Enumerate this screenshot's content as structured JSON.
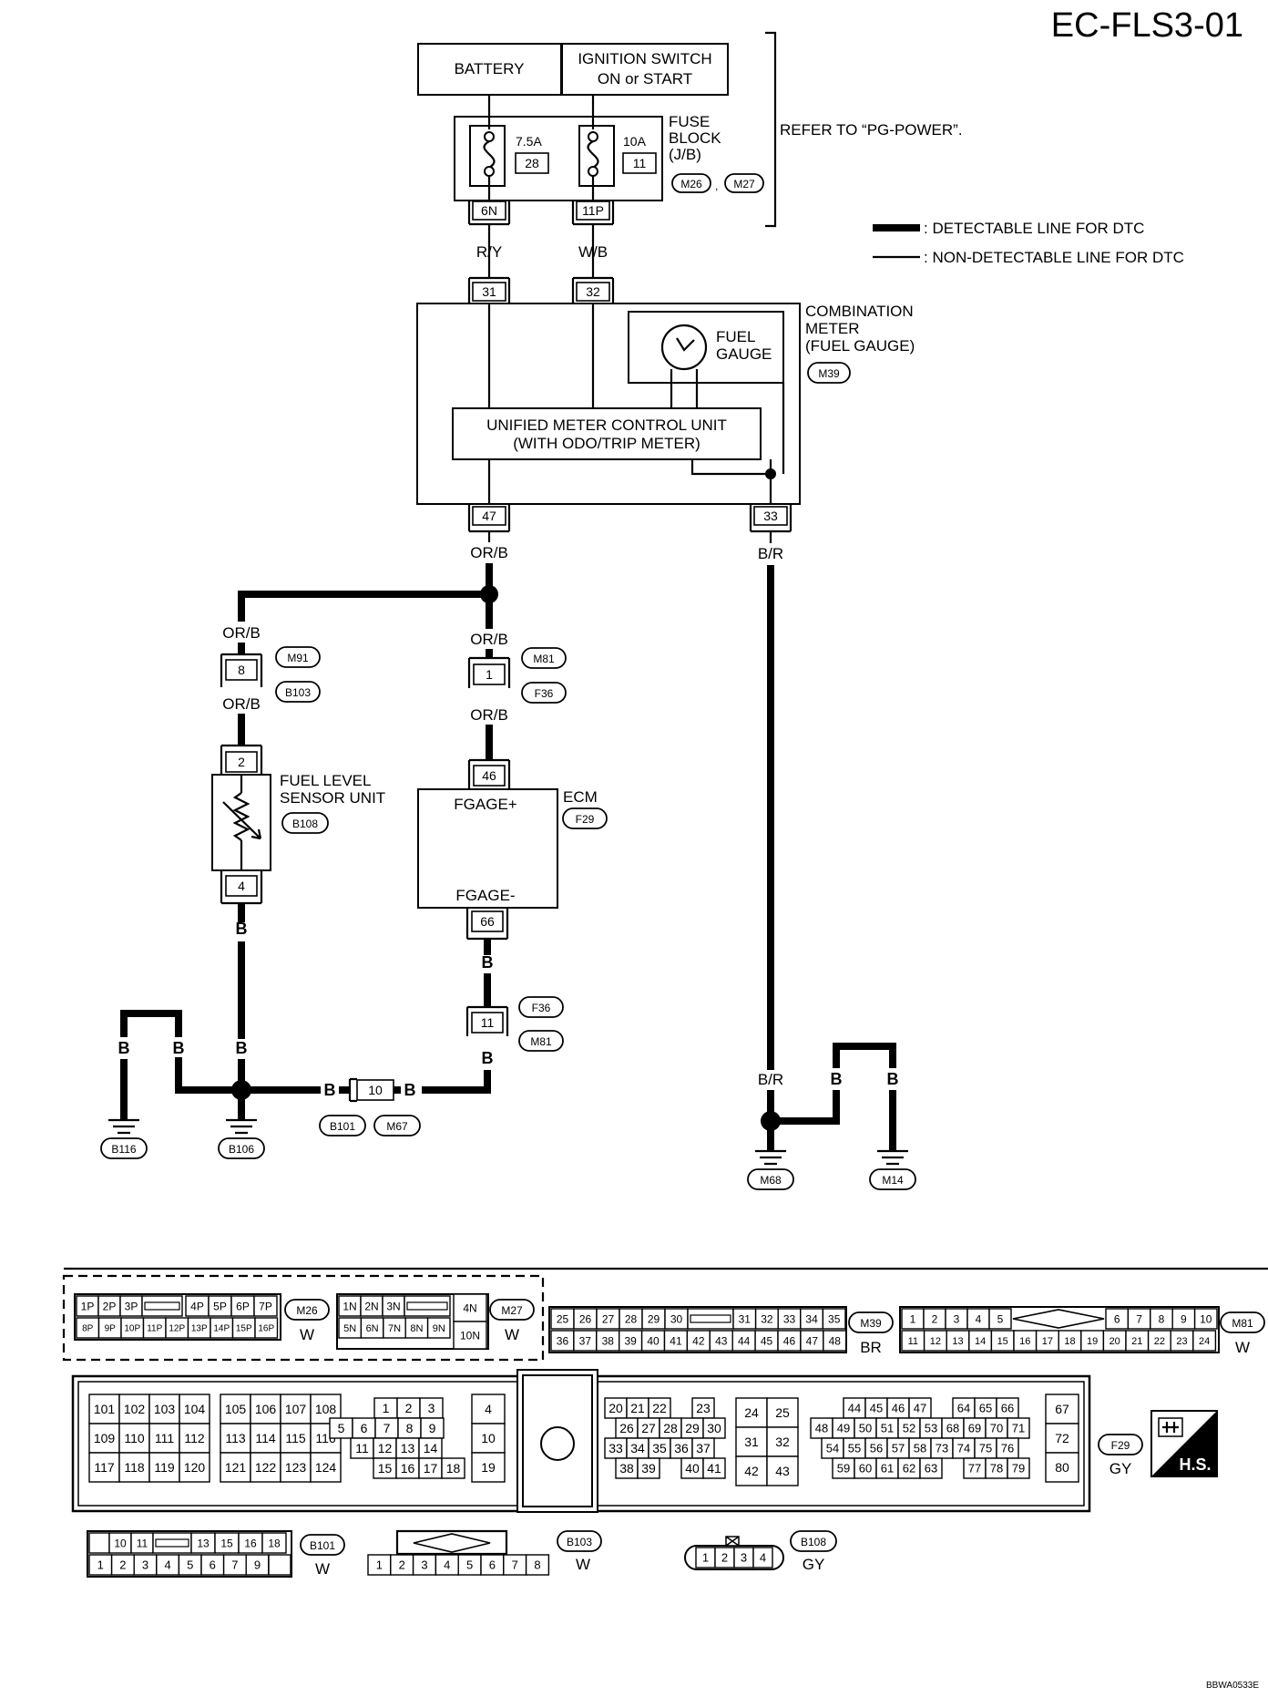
{
  "page": {
    "title": "EC-FLS3-01",
    "footer_code": "BBWA0533E"
  },
  "legend": {
    "detectable": ": DETECTABLE LINE FOR DTC",
    "non_detectable": ": NON-DETECTABLE LINE FOR DTC"
  },
  "power": {
    "battery": "BATTERY",
    "ignition_line1": "IGNITION SWITCH",
    "ignition_line2": "ON or START",
    "fuse_block_line1": "FUSE",
    "fuse_block_line2": "BLOCK",
    "fuse_block_line3": "(J/B)",
    "fuse1_rating": "7.5A",
    "fuse1_number": "28",
    "fuse2_rating": "10A",
    "fuse2_number": "11",
    "fuse_conn1": "M26",
    "fuse_conn_sep": ",",
    "fuse_conn2": "M27",
    "refer": "REFER TO “PG-POWER”.",
    "pin_6n": "6N",
    "pin_11p": "11P"
  },
  "wires": {
    "ry": "R/Y",
    "wb": "W/B",
    "orb": "OR/B",
    "br": "B/R",
    "b": "B"
  },
  "meter": {
    "label_line1": "COMBINATION",
    "label_line2": "METER",
    "label_line3": "(FUEL GAUGE)",
    "connector": "M39",
    "gauge_line1": "FUEL",
    "gauge_line2": "GAUGE",
    "unit_line1": "UNIFIED METER CONTROL UNIT",
    "unit_line2": "(WITH ODO/TRIP METER)",
    "pin_31": "31",
    "pin_32": "32",
    "pin_47": "47",
    "pin_33": "33"
  },
  "joints": {
    "m91": "M91",
    "b103": "B103",
    "pin_8": "8",
    "m81": "M81",
    "f36": "F36",
    "pin_1": "1",
    "pin_11": "11",
    "pin_10": "10",
    "b101": "B101",
    "m67": "M67"
  },
  "sensor": {
    "label_line1": "FUEL LEVEL",
    "label_line2": "SENSOR UNIT",
    "connector": "B108",
    "pin_2": "2",
    "pin_4": "4"
  },
  "ecm": {
    "label": "ECM",
    "connector": "F29",
    "fgage_plus": "FGAGE+",
    "fgage_minus": "FGAGE-",
    "pin_46": "46",
    "pin_66": "66"
  },
  "grounds": {
    "b116": "B116",
    "b106": "B106",
    "m68": "M68",
    "m14": "M14"
  },
  "connectors": {
    "m26": {
      "id": "M26",
      "color": "W",
      "top": [
        "1P",
        "2P",
        "3P",
        "",
        "4P",
        "5P",
        "6P",
        "7P"
      ],
      "bottom": [
        "8P",
        "9P",
        "10P",
        "11P",
        "12P",
        "13P",
        "14P",
        "15P",
        "16P"
      ]
    },
    "m27": {
      "id": "M27",
      "color": "W",
      "top": [
        "1N",
        "2N",
        "3N",
        ""
      ],
      "bottom": [
        "5N",
        "6N",
        "7N",
        "8N",
        "9N"
      ],
      "side_top": "4N",
      "side_bottom": "10N"
    },
    "m39": {
      "id": "M39",
      "color": "BR",
      "top": [
        "25",
        "26",
        "27",
        "28",
        "29",
        "30",
        "",
        "31",
        "32",
        "33",
        "34",
        "35"
      ],
      "bottom": [
        "36",
        "37",
        "38",
        "39",
        "40",
        "41",
        "42",
        "43",
        "44",
        "45",
        "46",
        "47",
        "48"
      ]
    },
    "m81": {
      "id": "M81",
      "color": "W",
      "top": [
        "1",
        "2",
        "3",
        "4",
        "5",
        "",
        "6",
        "7",
        "8",
        "9",
        "10"
      ],
      "bottom": [
        "11",
        "12",
        "13",
        "14",
        "15",
        "16",
        "17",
        "18",
        "19",
        "20",
        "21",
        "22",
        "23",
        "24"
      ]
    },
    "f29": {
      "id": "F29",
      "color": "GY",
      "g1": [
        [
          "101",
          "102",
          "103",
          "104"
        ],
        [
          "109",
          "110",
          "111",
          "112"
        ],
        [
          "117",
          "118",
          "119",
          "120"
        ]
      ],
      "g2": [
        [
          "105",
          "106",
          "107",
          "108"
        ],
        [
          "113",
          "114",
          "115",
          "116"
        ],
        [
          "121",
          "122",
          "123",
          "124"
        ]
      ],
      "g3": [
        [
          "",
          "1",
          "2",
          "3"
        ],
        [
          "5",
          "6",
          "7",
          "8",
          "9"
        ],
        [
          "11",
          "12",
          "13",
          "14"
        ],
        [
          "15",
          "16",
          "17",
          "18"
        ]
      ],
      "g3side": [
        "4",
        "10",
        "19"
      ],
      "g4": [
        [
          "20",
          "21",
          "22",
          "",
          "23"
        ],
        [
          "26",
          "27",
          "28",
          "29",
          "30"
        ],
        [
          "33",
          "34",
          "35",
          "36",
          "37"
        ],
        [
          "38",
          "39",
          "",
          "40",
          "41"
        ]
      ],
      "g5": [
        [
          "24",
          "25"
        ],
        [
          "31",
          "32"
        ],
        [
          "42",
          "43"
        ]
      ],
      "g6": [
        [
          "44",
          "45",
          "46",
          "47",
          "",
          "64",
          "65",
          "66"
        ],
        [
          "48",
          "49",
          "50",
          "51",
          "52",
          "53",
          "68",
          "69",
          "70",
          "71"
        ],
        [
          "54",
          "55",
          "56",
          "57",
          "58",
          "73",
          "74",
          "75",
          "76"
        ],
        [
          "59",
          "60",
          "61",
          "62",
          "63",
          "",
          "77",
          "78",
          "79"
        ]
      ],
      "g6side": [
        "67",
        "72",
        "80"
      ],
      "hs": "H.S."
    },
    "b101": {
      "id": "B101",
      "color": "W",
      "top": [
        "",
        "10",
        "11",
        "",
        "13",
        "15",
        "16",
        "18"
      ],
      "bottom": [
        "1",
        "2",
        "3",
        "4",
        "5",
        "6",
        "7",
        "9",
        ""
      ]
    },
    "b103": {
      "id": "B103",
      "color": "W",
      "bottom": [
        "1",
        "2",
        "3",
        "4",
        "5",
        "6",
        "7",
        "8"
      ]
    },
    "b108": {
      "id": "B108",
      "color": "GY",
      "pins": [
        "1",
        "2",
        "3",
        "4"
      ]
    }
  }
}
